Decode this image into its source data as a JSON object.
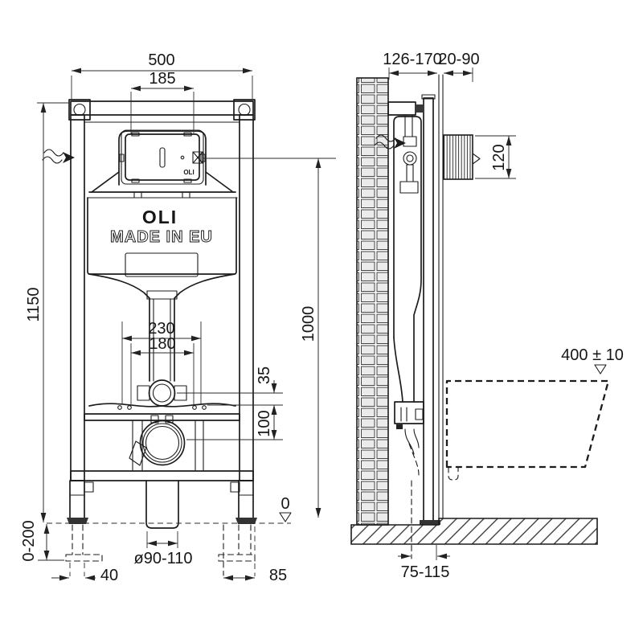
{
  "front_view": {
    "brand_logo": "OLI",
    "made_in_text": "MADE IN EU",
    "panel_brand": "OLI",
    "dims": {
      "overall_width": "500",
      "flush_plate_width": "185",
      "frame_height": "1150",
      "actuation_center_height": "1000",
      "fixing_spacing_outer": "230",
      "fixing_spacing_inner": "180",
      "inlet_to_fixing_offset": "35",
      "outlet_center_height": "100",
      "leg_adjustment_range": "0-200",
      "leg_width": "40",
      "outlet_pipe_diameter": "ø90-110",
      "foot_plate_offset": "85",
      "floor_level": "0"
    }
  },
  "side_view": {
    "dims": {
      "frame_depth_range": "126-170",
      "finished_wall_thickness": "20-90",
      "flush_plate_height": "120",
      "bowl_rim_height": "400 ± 10",
      "outlet_axis_to_wall": "75-115"
    }
  }
}
